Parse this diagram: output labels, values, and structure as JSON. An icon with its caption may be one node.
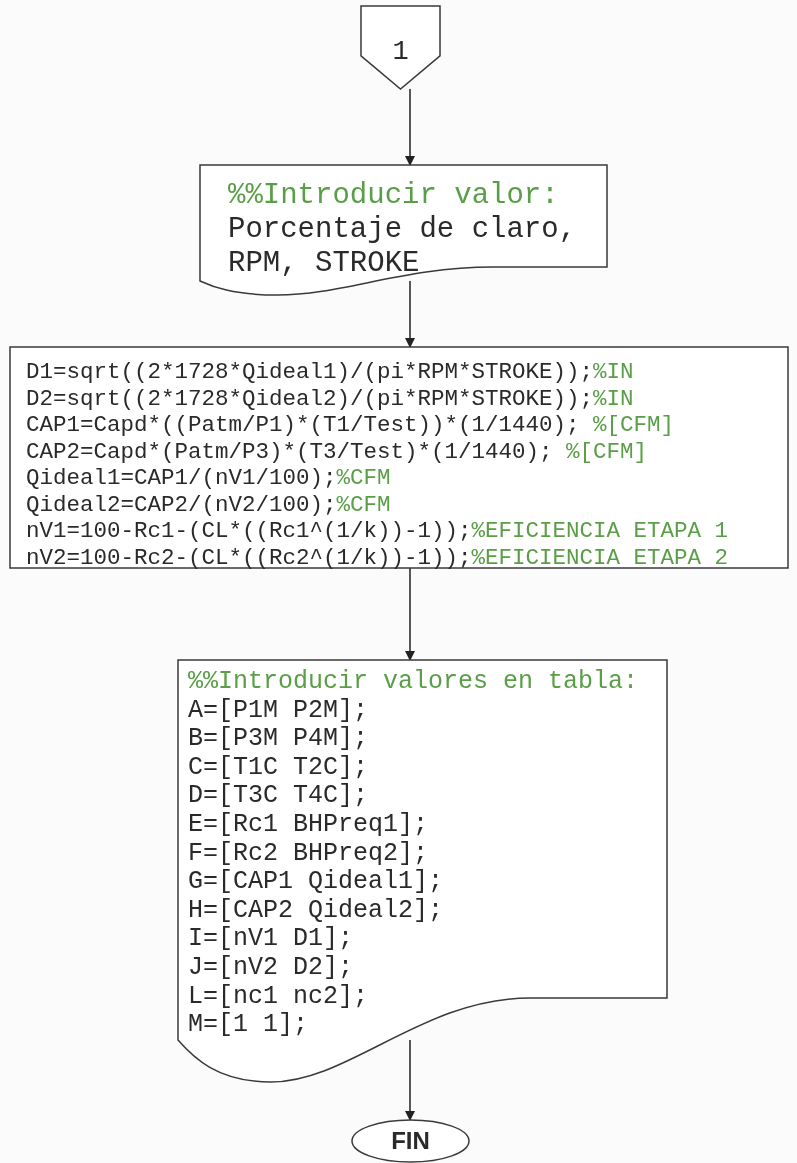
{
  "diagram": {
    "nodes": [
      {
        "text": [
          "1"
        ]
      },
      {
        "text": [
          "%%Introducir valor:",
          "Porcentaje de claro, RPM, STROKE"
        ]
      },
      {
        "text": [
          "D1=sqrt((2*1728*Qideal1)/(pi*RPM*STROKE));%IN",
          "D2=sqrt((2*1728*Qideal2)/(pi*RPM*STROKE));%IN",
          "CAP1=Capd*((Patm/P1)*(T1/Test))*(1/1440); %[CFM]",
          "CAP2=Capd*(Patm/P3)*(T3/Test)*(1/1440); %[CFM]",
          "Qideal1=CAP1/(nV1/100);%CFM",
          "Qideal2=CAP2/(nV2/100);%CFM",
          "nV1=100-Rc1-(CL*((Rc1^(1/k))-1));%EFICIENCIA ETAPA 1",
          "nV2=100-Rc2-(CL*((Rc2^(1/k))-1));%EFICIENCIA ETAPA 2"
        ]
      },
      {
        "text": [
          "%%Introducir valores en tabla:",
          "A=[P1M P2M];",
          "B=[P3M P4M];",
          "C=[T1C T2C];",
          "D=[T3C T4C];",
          "E=[Rc1 BHPreq1];",
          "F=[Rc2 BHPreq2];",
          "G=[CAP1 Qideal1];",
          "H=[CAP2 Qideal2];",
          "I=[nV1 D1];",
          "J=[nV2 D2];",
          "L=[nc1 nc2];",
          "M=[1 1];"
        ]
      },
      {
        "text": [
          "FIN"
        ]
      }
    ],
    "edges": [
      {
        "from": 0,
        "to": 1,
        "arrow": "to"
      },
      {
        "from": 1,
        "to": 2,
        "arrow": "to"
      },
      {
        "from": 2,
        "to": 3,
        "arrow": "to"
      },
      {
        "from": 3,
        "to": 4,
        "arrow": "to"
      }
    ]
  }
}
